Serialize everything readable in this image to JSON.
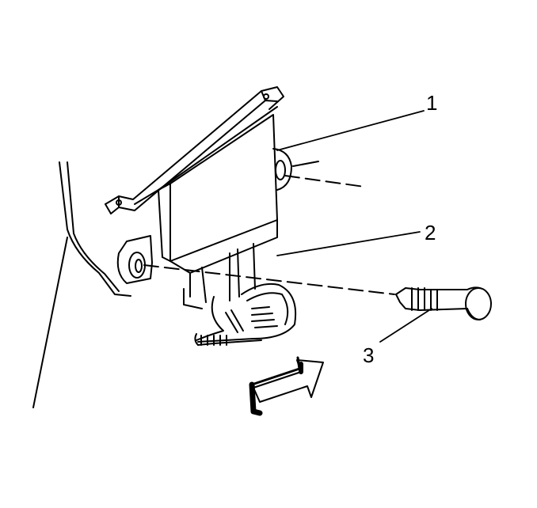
{
  "diagram": {
    "callouts": [
      {
        "id": "1",
        "label": "1"
      },
      {
        "id": "2",
        "label": "2"
      },
      {
        "id": "3",
        "label": "3"
      }
    ],
    "parts": {
      "module": "control-module",
      "fastener": "push-pin-fastener",
      "harness": "wiring-harness",
      "panel": "body-panel",
      "arrow": "direction-arrow"
    },
    "colors": {
      "line": "#000000",
      "background": "#ffffff"
    }
  }
}
